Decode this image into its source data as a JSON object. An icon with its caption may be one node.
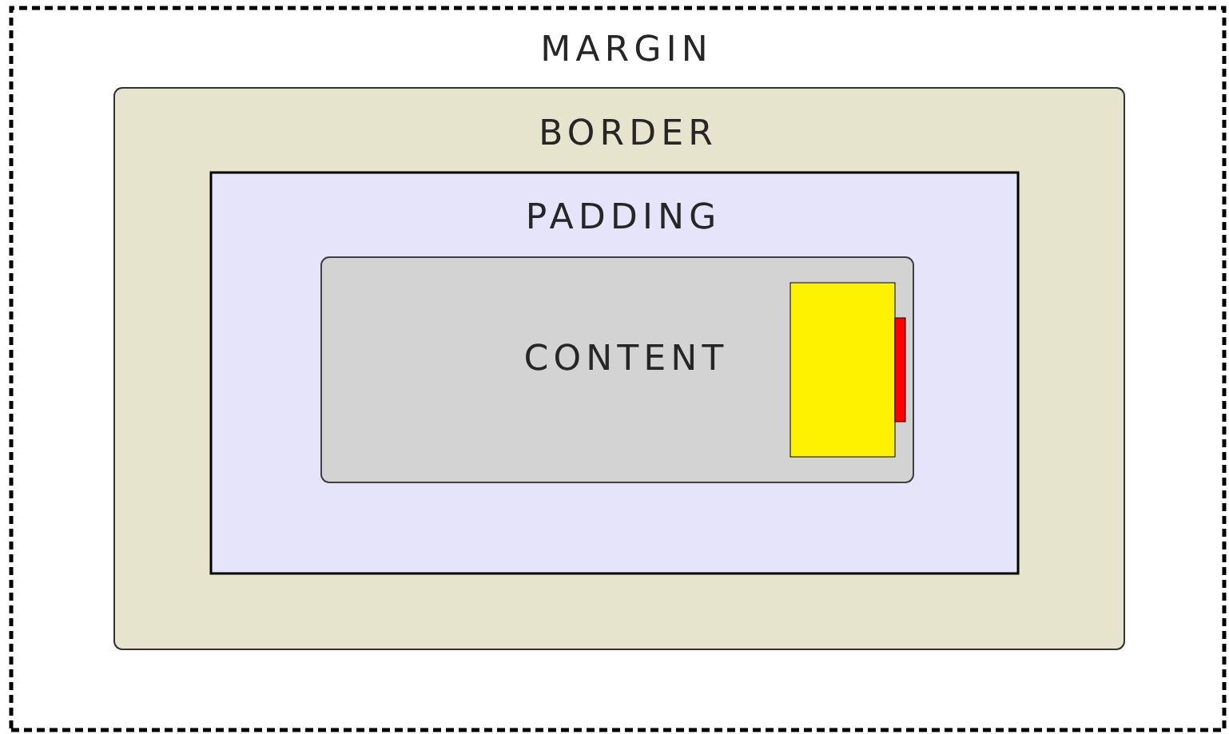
{
  "diagram": {
    "nodes": [
      {
        "text": [
          "MARGIN"
        ]
      },
      {
        "text": [
          "BORDER"
        ],
        "in": 0
      },
      {
        "text": [
          "PADDING"
        ],
        "in": 1
      },
      {
        "text": [
          "CONTENT"
        ],
        "in": 2
      },
      {
        "text": [],
        "shape": "box",
        "in": 3
      },
      {
        "text": [],
        "shape": "bar",
        "in": 3
      }
    ]
  }
}
